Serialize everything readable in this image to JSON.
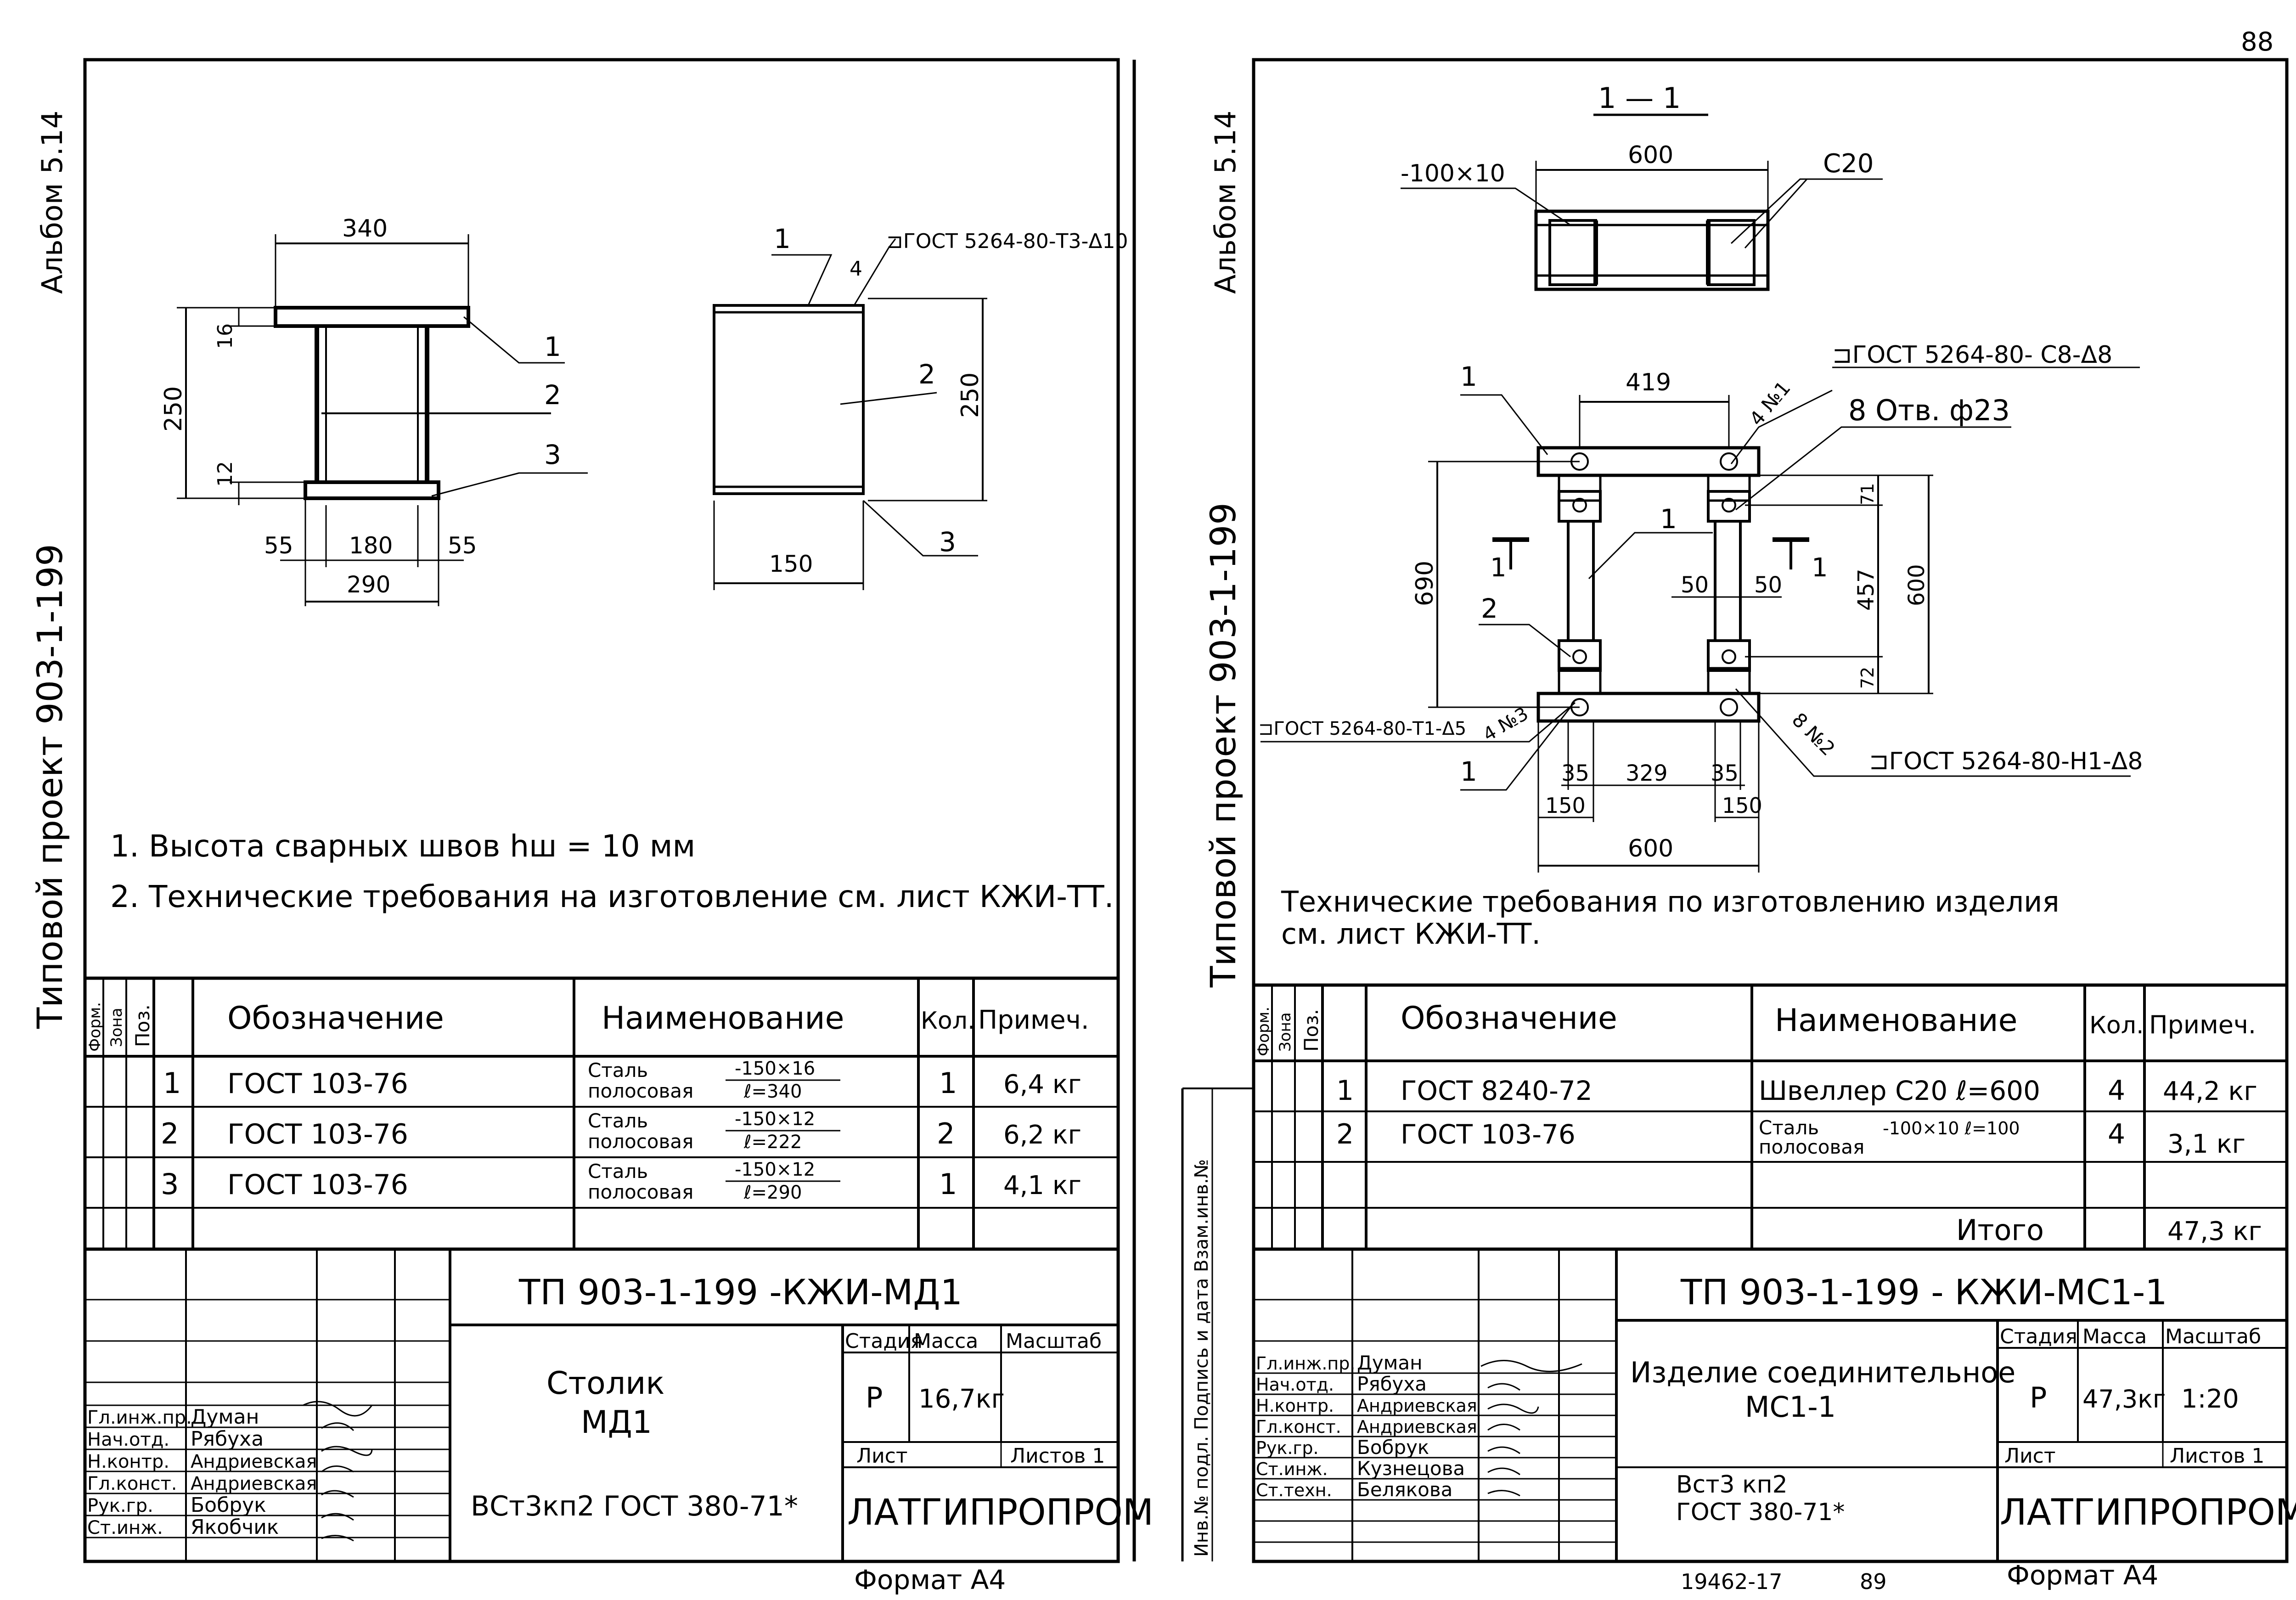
{
  "page_number": "88",
  "bottom_code": "19462-17",
  "bottom_page": "89",
  "left": {
    "spine_album": "Альбом 5.14",
    "spine_project": "Типовой проект 903-1-199",
    "drawing": {
      "dims": {
        "top_width": "340",
        "top_thk": "16",
        "height": "250",
        "bot_thk": "12",
        "side_l": "55",
        "inner": "180",
        "side_r": "55",
        "bot_width": "290",
        "side_width": "150",
        "side_height": "250"
      },
      "callouts": {
        "p1": "1",
        "p2": "2",
        "p3": "3",
        "side_p1": "1",
        "side_p2": "2",
        "side_p3": "3",
        "weld_count": "4",
        "weld": "⊐ГОСТ 5264-80-Т3-Δ10"
      }
    },
    "notes": [
      "1. Высота сварных швов   hш = 10 мм",
      "2. Технические требования на изготовление см. лист КЖИ-ТТ."
    ],
    "spec": {
      "headers": {
        "form": "Форм.",
        "zone": "Зона",
        "pos": "Поз.",
        "designation": "Обозначение",
        "name": "Наименование",
        "qty": "Кол.",
        "note": "Примеч."
      },
      "rows": [
        {
          "pos": "1",
          "designation": "ГОСТ 103-76",
          "name1": "Сталь",
          "name2": "полосовая",
          "size1": "-150×16",
          "size2": "ℓ=340",
          "qty": "1",
          "note": "6,4 кг"
        },
        {
          "pos": "2",
          "designation": "ГОСТ 103-76",
          "name1": "Сталь",
          "name2": "полосовая",
          "size1": "-150×12",
          "size2": "ℓ=222",
          "qty": "2",
          "note": "6,2 кг"
        },
        {
          "pos": "3",
          "designation": "ГОСТ 103-76",
          "name1": "Сталь",
          "name2": "полосовая",
          "size1": "-150×12",
          "size2": "ℓ=290",
          "qty": "1",
          "note": "4,1 кг"
        }
      ]
    },
    "title_block": {
      "code": "ТП 903-1-199 -КЖИ-МД1",
      "name": "Столик",
      "name2": "МД1",
      "stage_label": "Стадия",
      "mass_label": "Масса",
      "scale_label": "Масштаб",
      "stage": "Р",
      "mass": "16,7кг",
      "scale": "",
      "sheet_label": "Лист",
      "sheets_label": "Листов 1",
      "material": "ВСт3кп2 ГОСТ 380-71*",
      "org": "ЛАТГИПРОПРОМ",
      "people": [
        {
          "role": "Гл.инж.пр.",
          "name": "Думан"
        },
        {
          "role": "Нач.отд.",
          "name": "Рябуха"
        },
        {
          "role": "Н.контр.",
          "name": "Андриевская"
        },
        {
          "role": "Гл.конст.",
          "name": "Андриевская"
        },
        {
          "role": "Рук.гр.",
          "name": "Бобрук"
        },
        {
          "role": "Ст.инж.",
          "name": "Якобчик"
        }
      ]
    },
    "format": "Формат А4"
  },
  "right": {
    "spine_album": "Альбом 5.14",
    "spine_project": "Типовой проект 903-1-199",
    "spine_stamp": "Инв.№ подл. Подпись и дата Взам.инв.№",
    "drawing": {
      "section_title": "1 — 1",
      "sec": {
        "plate": "-100×10",
        "width": "600",
        "channel": "С20"
      },
      "weld1": "⊐ГОСТ 5264-80- С8-Δ8",
      "weld1_count": "4 №1",
      "holes": "8 Отв. ф23",
      "weld2": "⊐ГОСТ 5264-80-Т1-Δ5",
      "weld2_count": "4 №3",
      "weld3": "⊐ГОСТ 5264-80-Н1-Δ8",
      "weld3_count": "8 №2",
      "dims": {
        "top": "419",
        "h_total": "690",
        "h_inner": "457",
        "h_600": "600",
        "dim_71": "71",
        "dim_72": "72",
        "d50a": "50",
        "d50b": "50",
        "b35a": "35",
        "b329": "329",
        "b35b": "35",
        "b150a": "150",
        "b150b": "150",
        "b600": "600"
      },
      "callouts": {
        "c1a": "1",
        "c1b": "1",
        "c2": "2",
        "c1c": "1",
        "sec_a": "1",
        "sec_b": "1"
      }
    },
    "notes": [
      "Технические требования по изготовлению изделия",
      "см. лист КЖИ-ТТ."
    ],
    "spec": {
      "headers": {
        "form": "Форм.",
        "zone": "Зона",
        "pos": "Поз.",
        "designation": "Обозначение",
        "name": "Наименование",
        "qty": "Кол.",
        "note": "Примеч."
      },
      "rows": [
        {
          "pos": "1",
          "designation": "ГОСТ   8240-72",
          "name1": "Швеллер С20  ℓ=600",
          "name2": "",
          "size1": "",
          "size2": "",
          "qty": "4",
          "note": "44,2 кг"
        },
        {
          "pos": "2",
          "designation": "ГОСТ   103-76",
          "name1": "Сталь",
          "name2": "полосовая",
          "size1": "-100×10  ℓ=100",
          "size2": "",
          "qty": "4",
          "note": "3,1 кг"
        }
      ],
      "total_label": "Итого",
      "total": "47,3 кг"
    },
    "title_block": {
      "code": "ТП 903-1-199 - КЖИ-МС1-1",
      "name": "Изделие соединительное",
      "name2": "МС1-1",
      "stage_label": "Стадия",
      "mass_label": "Масса",
      "scale_label": "Масштаб",
      "stage": "Р",
      "mass": "47,3кг",
      "scale": "1:20",
      "sheet_label": "Лист",
      "sheets_label": "Листов 1",
      "material": "Вст3 кп2",
      "material2": "ГОСТ 380-71*",
      "org": "ЛАТГИПРОПРОМ",
      "people": [
        {
          "role": "Гл.инж.пр.",
          "name": "Думан"
        },
        {
          "role": "Нач.отд.",
          "name": "Рябуха"
        },
        {
          "role": "Н.контр.",
          "name": "Андриевская"
        },
        {
          "role": "Гл.конст.",
          "name": "Андриевская"
        },
        {
          "role": "Рук.гр.",
          "name": "Бобрук"
        },
        {
          "role": "Ст.инж.",
          "name": "Кузнецова"
        },
        {
          "role": "Ст.техн.",
          "name": "Белякова"
        }
      ]
    },
    "format": "Формат А4"
  }
}
